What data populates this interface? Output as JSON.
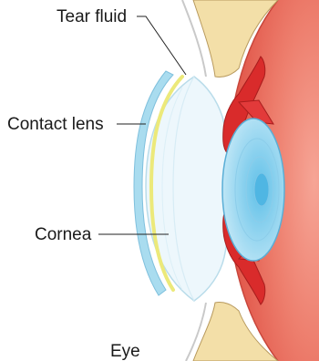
{
  "labels": {
    "tear_fluid": "Tear fluid",
    "contact_lens": "Contact lens",
    "cornea": "Cornea"
  },
  "caption": "Eye",
  "colors": {
    "eyelid_skin": "#f3dfa8",
    "eyeball": "#ea6a5c",
    "iris": "#d92b2b",
    "lens": "#8fd3ef",
    "cornea": "#e3f3fa",
    "contact_lens": "#a9dcef",
    "tear_fluid": "#ece97a"
  }
}
